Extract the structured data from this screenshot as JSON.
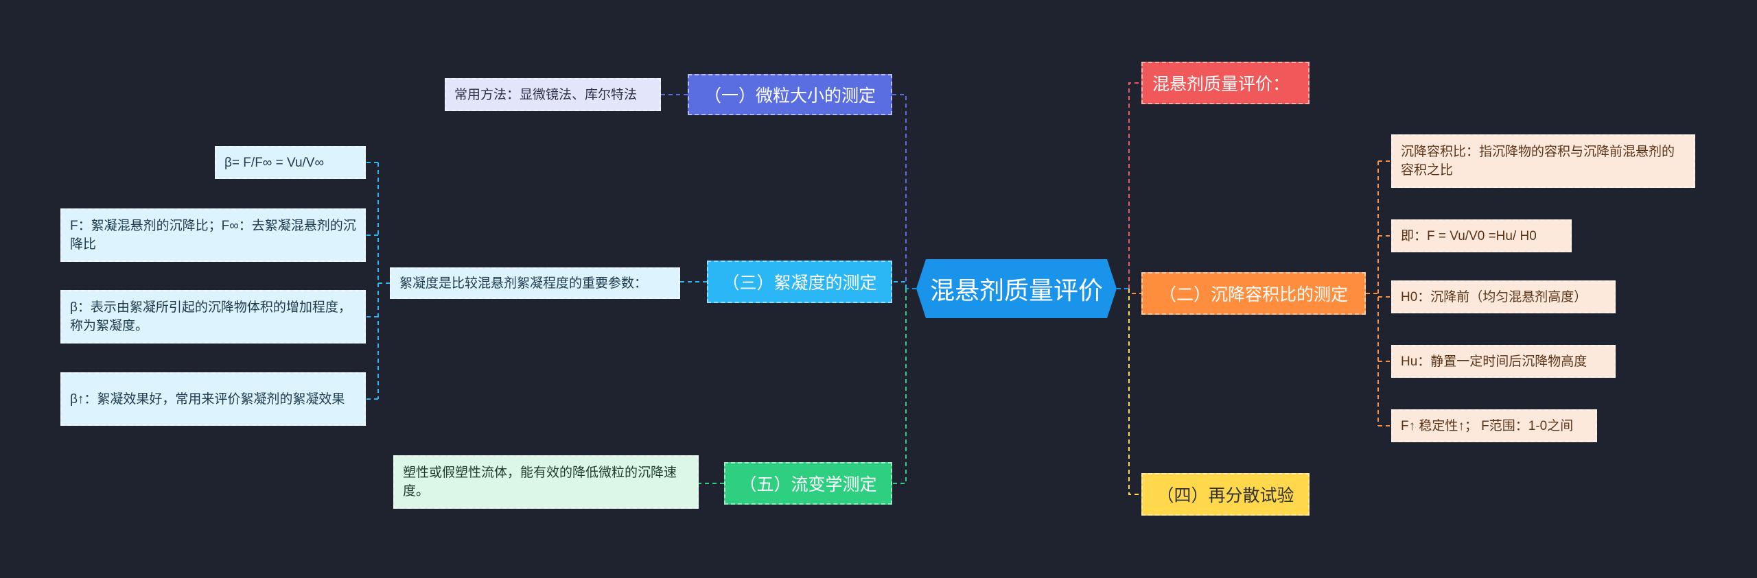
{
  "root": {
    "label": "混悬剂质量评价"
  },
  "colors": {
    "background": "#1f2330",
    "root": "#1a93ea",
    "branch_red": "#f0585a",
    "branch_orange": "#ff8d3e",
    "branch_yellow": "#ffd84c",
    "branch_blue_purple": "#5b6ee1",
    "branch_cyan": "#2bb7f5",
    "branch_green": "#2ecf80"
  },
  "branches": {
    "b1": {
      "label": "（一）微粒大小的测定",
      "children": [
        "常用方法：显微镜法、库尔特法"
      ]
    },
    "b2": {
      "label": "（三）絮凝度的测定",
      "detail": "絮凝度是比较混悬剂絮凝程度的重要参数：",
      "children": [
        "β= F/F∞ = Vu/V∞",
        "F：絮凝混悬剂的沉降比；F∞：去絮凝混悬剂的沉降比",
        "β：表示由絮凝所引起的沉降物体积的增加程度，称为絮凝度。",
        "β↑：絮凝效果好，常用来评价絮凝剂的絮凝效果"
      ]
    },
    "b3": {
      "label": "（五）流变学测定",
      "children": [
        "塑性或假塑性流体，能有效的降低微粒的沉降速度。"
      ]
    },
    "b4": {
      "label": "混悬剂质量评价："
    },
    "b5": {
      "label": "（二）沉降容积比的测定",
      "children": [
        "沉降容积比：指沉降物的容积与沉降前混悬剂的容积之比",
        "即：F = Vu/V0 =Hu/ H0",
        "H0：沉降前（均匀混悬剂高度）",
        "Hu：静置一定时间后沉降物高度",
        "F↑ 稳定性↑； F范围：1-0之间"
      ]
    },
    "b6": {
      "label": "（四）再分散试验"
    }
  }
}
